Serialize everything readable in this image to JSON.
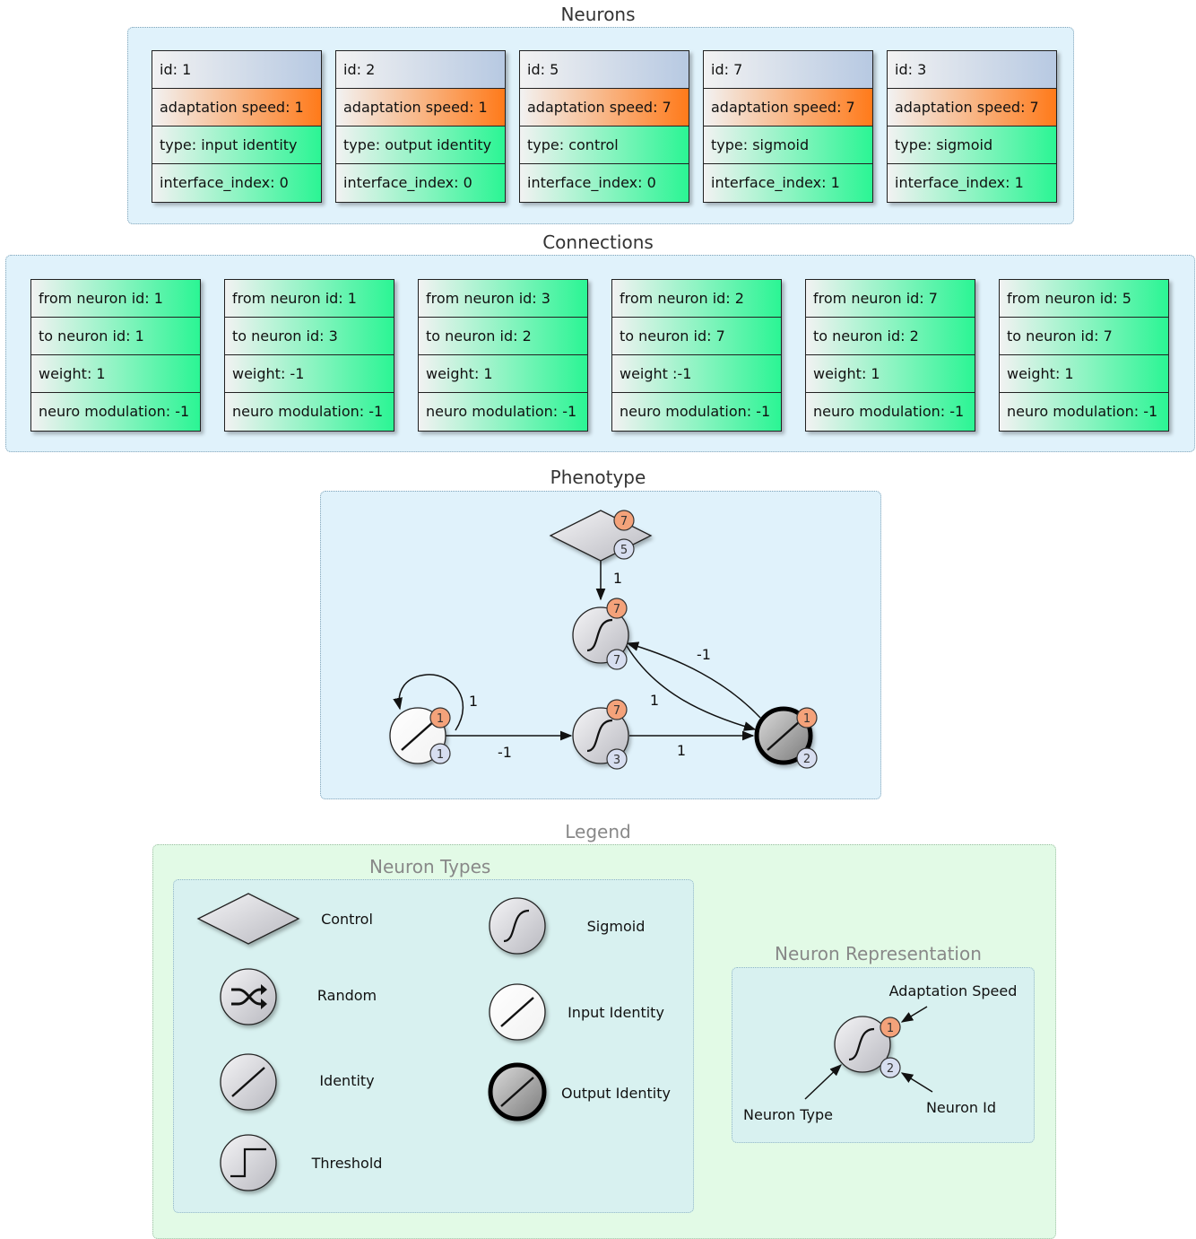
{
  "titles": {
    "neurons": "Neurons",
    "connections": "Connections",
    "phenotype": "Phenotype",
    "legend": "Legend",
    "neuron_types": "Neuron Types",
    "neuron_representation": "Neuron Representation"
  },
  "neurons": [
    {
      "id": "id: 1",
      "adaptation": "adaptation speed: 1",
      "type": "type: input identity",
      "interface": "interface_index: 0"
    },
    {
      "id": "id: 2",
      "adaptation": "adaptation speed: 1",
      "type": "type: output identity",
      "interface": "interface_index: 0"
    },
    {
      "id": "id: 5",
      "adaptation": "adaptation speed: 7",
      "type": "type: control",
      "interface": "interface_index: 0"
    },
    {
      "id": "id: 7",
      "adaptation": "adaptation speed: 7",
      "type": "type: sigmoid",
      "interface": "interface_index: 1"
    },
    {
      "id": "id: 3",
      "adaptation": "adaptation speed: 7",
      "type": "type: sigmoid",
      "interface": "interface_index: 1"
    }
  ],
  "connections": [
    {
      "from": "from neuron id: 1",
      "to": "to neuron id: 1",
      "weight": "weight: 1",
      "mod": "neuro modulation: -1"
    },
    {
      "from": "from neuron id: 1",
      "to": "to neuron id: 3",
      "weight": "weight: -1",
      "mod": "neuro modulation: -1"
    },
    {
      "from": "from neuron id: 3",
      "to": "to neuron id: 2",
      "weight": "weight: 1",
      "mod": "neuro modulation: -1"
    },
    {
      "from": "from neuron id: 2",
      "to": "to neuron id: 7",
      "weight": "weight :-1",
      "mod": "neuro modulation: -1"
    },
    {
      "from": "from neuron id: 7",
      "to": "to neuron id: 2",
      "weight": "weight: 1",
      "mod": "neuro modulation: -1"
    },
    {
      "from": "from neuron id: 5",
      "to": "to neuron id: 7",
      "weight": "weight: 1",
      "mod": "neuro modulation: -1"
    }
  ],
  "phenotype": {
    "nodes": [
      {
        "key": "n5",
        "type": "control",
        "adaptation": "7",
        "id": "5"
      },
      {
        "key": "n7",
        "type": "sigmoid",
        "adaptation": "7",
        "id": "7"
      },
      {
        "key": "n1",
        "type": "input-identity",
        "adaptation": "1",
        "id": "1"
      },
      {
        "key": "n3",
        "type": "sigmoid",
        "adaptation": "7",
        "id": "3"
      },
      {
        "key": "n2",
        "type": "output-identity",
        "adaptation": "1",
        "id": "2"
      }
    ],
    "edge_labels": {
      "e5_7": "1",
      "e1_1": "1",
      "e1_3": "-1",
      "e3_2": "1",
      "e2_7": "-1",
      "e7_2": "1"
    }
  },
  "legend": {
    "types": {
      "control": "Control",
      "sigmoid": "Sigmoid",
      "random": "Random",
      "input_identity": "Input Identity",
      "identity": "Identity",
      "output_identity": "Output Identity",
      "threshold": "Threshold"
    },
    "representation": {
      "adaptation_speed": "Adaptation Speed",
      "neuron_type": "Neuron Type",
      "neuron_id": "Neuron Id",
      "badge_adaptation": "1",
      "badge_id": "2"
    }
  },
  "colors": {
    "panel_blue": "#e0f2fb",
    "panel_green": "#e2fae6",
    "badge_orange": "#f4a27a",
    "badge_blue": "#d7def0",
    "id_row": "#b7c9e2",
    "adaptation_row": "#ff7a1a",
    "green_row": "#2bf594"
  }
}
